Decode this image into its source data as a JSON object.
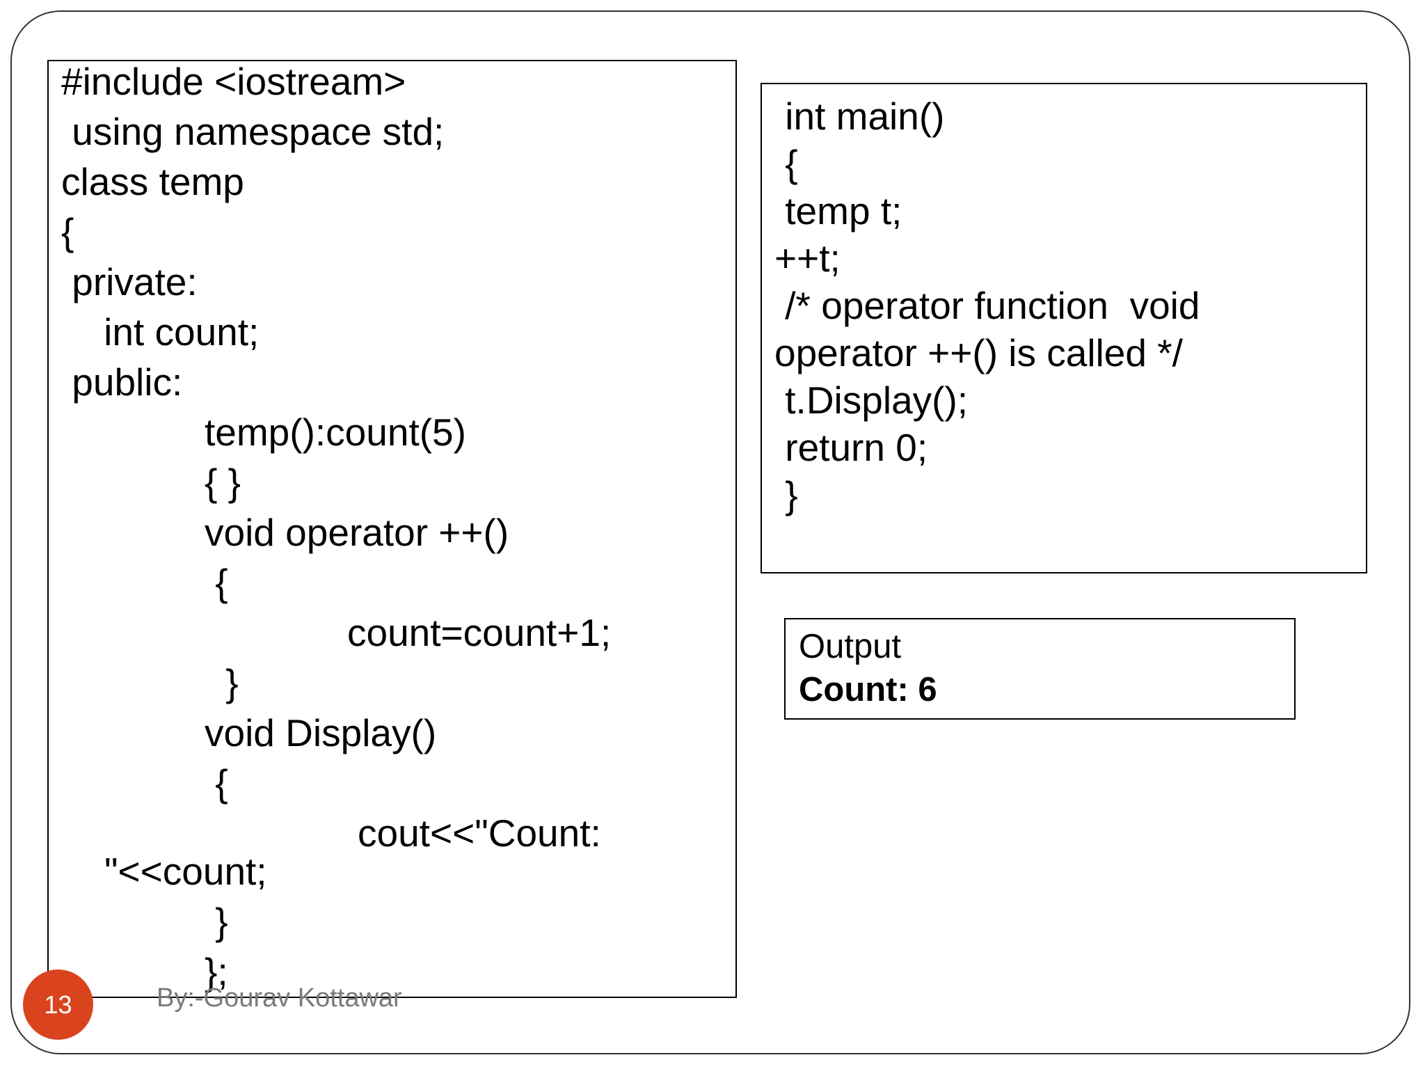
{
  "slide": {
    "page_number": "13",
    "author": "By:-Gourav Kottawar",
    "accent_color": "#d9441e"
  },
  "code_left": {
    "lines": [
      "#include <iostream>",
      " using namespace std;",
      "class temp",
      "{",
      " private:",
      "    int count;",
      " public:",
      "temp():count(5)",
      "{ }",
      "void operator ++()",
      " {",
      "count=count+1;",
      " }",
      "void Display()",
      " {",
      "cout<<\"Count:",
      "\"<<count;",
      " }",
      "};"
    ]
  },
  "code_right": {
    "lines": [
      " int main()",
      " {",
      " temp t;",
      "++t;",
      " /* operator function  void",
      "operator ++() is called */",
      " t.Display();",
      " return 0;",
      " }"
    ]
  },
  "output": {
    "label": "Output",
    "result": "Count: 6"
  }
}
